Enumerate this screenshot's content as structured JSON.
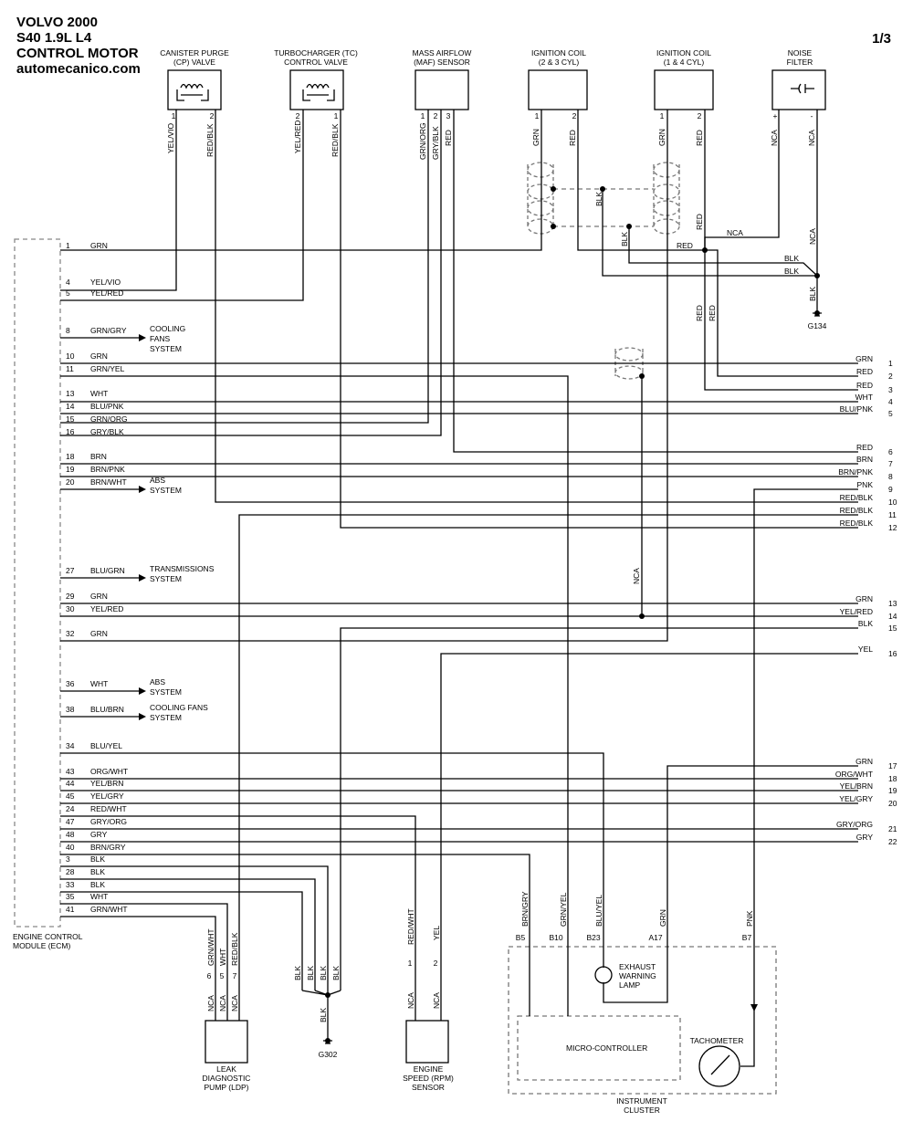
{
  "header": {
    "line1": "VOLVO 2000",
    "line2": "S40 1.9L L4",
    "line3": "CONTROL MOTOR",
    "line4": "automecanico.com",
    "page": "1/3"
  },
  "components": {
    "cp": [
      "CANISTER PURGE",
      "(CP) VALVE"
    ],
    "tc": [
      "TURBOCHARGER (TC)",
      "CONTROL VALVE"
    ],
    "maf": [
      "MASS AIRFLOW",
      "(MAF) SENSOR"
    ],
    "coil23": [
      "IGNITION COIL",
      "(2 & 3 CYL)"
    ],
    "coil14": [
      "IGNITION COIL",
      "(1 & 4 CYL)"
    ],
    "noise": [
      "NOISE",
      "FILTER"
    ],
    "ecm": [
      "ENGINE CONTROL",
      "MODULE (ECM)"
    ],
    "ldp": [
      "LEAK",
      "DIAGNOSTIC",
      "PUMP (LDP)"
    ],
    "rpm": [
      "ENGINE",
      "SPEED (RPM)",
      "SENSOR"
    ],
    "cluster": [
      "INSTRUMENT",
      "CLUSTER"
    ],
    "micro": "MICRO-CONTROLLER",
    "tach": "TACHOMETER",
    "lamp": [
      "EXHAUST",
      "WARNING",
      "LAMP"
    ]
  },
  "grounds": {
    "g134": "G134",
    "g302": "G302"
  },
  "ecm_pins": [
    {
      "pin": "1",
      "color": "GRN"
    },
    {
      "pin": "4",
      "color": "YEL/VIO"
    },
    {
      "pin": "5",
      "color": "YEL/RED"
    },
    {
      "pin": "8",
      "color": "GRN/GRY"
    },
    {
      "pin": "10",
      "color": "GRN"
    },
    {
      "pin": "11",
      "color": "GRN/YEL"
    },
    {
      "pin": "13",
      "color": "WHT"
    },
    {
      "pin": "14",
      "color": "BLU/PNK"
    },
    {
      "pin": "15",
      "color": "GRN/ORG"
    },
    {
      "pin": "16",
      "color": "GRY/BLK"
    },
    {
      "pin": "18",
      "color": "BRN"
    },
    {
      "pin": "19",
      "color": "BRN/PNK"
    },
    {
      "pin": "20",
      "color": "BRN/WHT"
    },
    {
      "pin": "27",
      "color": "BLU/GRN"
    },
    {
      "pin": "29",
      "color": "GRN"
    },
    {
      "pin": "30",
      "color": "YEL/RED"
    },
    {
      "pin": "32",
      "color": "GRN"
    },
    {
      "pin": "36",
      "color": "WHT"
    },
    {
      "pin": "38",
      "color": "BLU/BRN"
    },
    {
      "pin": "34",
      "color": "BLU/YEL"
    },
    {
      "pin": "43",
      "color": "ORG/WHT"
    },
    {
      "pin": "44",
      "color": "YEL/BRN"
    },
    {
      "pin": "45",
      "color": "YEL/GRY"
    },
    {
      "pin": "24",
      "color": "RED/WHT"
    },
    {
      "pin": "47",
      "color": "GRY/ORG"
    },
    {
      "pin": "48",
      "color": "GRY"
    },
    {
      "pin": "40",
      "color": "BRN/GRY"
    },
    {
      "pin": "3",
      "color": "BLK"
    },
    {
      "pin": "28",
      "color": "BLK"
    },
    {
      "pin": "33",
      "color": "BLK"
    },
    {
      "pin": "35",
      "color": "WHT"
    },
    {
      "pin": "41",
      "color": "GRN/WHT"
    }
  ],
  "systems": [
    {
      "a": "COOLING",
      "b": "FANS",
      "c": "SYSTEM"
    },
    {
      "a": "ABS",
      "b": "SYSTEM",
      "c": ""
    },
    {
      "a": "TRANSMISSIONS",
      "b": "SYSTEM",
      "c": ""
    },
    {
      "a": "ABS",
      "b": "SYSTEM",
      "c": ""
    },
    {
      "a": "COOLING FANS",
      "b": "SYSTEM",
      "c": ""
    }
  ],
  "right_wires": [
    {
      "n": "1",
      "color": "GRN"
    },
    {
      "n": "2",
      "color": "RED"
    },
    {
      "n": "3",
      "color": "RED"
    },
    {
      "n": "4",
      "color": "WHT"
    },
    {
      "n": "5",
      "color": "BLU/PNK"
    },
    {
      "n": "6",
      "color": "RED"
    },
    {
      "n": "7",
      "color": "BRN"
    },
    {
      "n": "8",
      "color": "BRN/PNK"
    },
    {
      "n": "9",
      "color": "PNK"
    },
    {
      "n": "10",
      "color": "RED/BLK"
    },
    {
      "n": "11",
      "color": "RED/BLK"
    },
    {
      "n": "12",
      "color": "RED/BLK"
    },
    {
      "n": "13",
      "color": "GRN"
    },
    {
      "n": "14",
      "color": "YEL/RED"
    },
    {
      "n": "15",
      "color": "BLK"
    },
    {
      "n": "16",
      "color": "YEL"
    },
    {
      "n": "17",
      "color": "GRN"
    },
    {
      "n": "18",
      "color": "ORG/WHT"
    },
    {
      "n": "19",
      "color": "YEL/BRN"
    },
    {
      "n": "20",
      "color": "YEL/GRY"
    },
    {
      "n": "21",
      "color": "GRY/ORG"
    },
    {
      "n": "22",
      "color": "GRY"
    }
  ],
  "vertical_labels": {
    "cp1": "YEL/VIO",
    "cp2": "RED/BLK",
    "tc2": "YEL/RED",
    "tc1": "RED/BLK",
    "maf1": "GRN/ORG",
    "maf2": "GRY/BLK",
    "maf3": "RED",
    "c23_1": "GRN",
    "c23_2": "RED",
    "c14_1": "GRN",
    "c14_2": "RED",
    "nf_p": "NCA",
    "nf_m": "NCA",
    "blk_a": "BLK",
    "blk_b": "BLK",
    "red_a": "RED",
    "nca_nf": "NCA",
    "blk_g": "BLK",
    "red_v1": "RED",
    "red_v2": "RED",
    "nca_mid": "NCA",
    "ldp_a": "GRN/WHT",
    "ldp_b": "WHT",
    "ldp_c": "RED/BLK",
    "ldp_na": "NCA",
    "ldp_nb": "NCA",
    "ldp_nc": "NCA",
    "g_a": "BLK",
    "g_b": "BLK",
    "g_c": "BLK",
    "g_d": "BLK",
    "g_e": "BLK",
    "rpm_a": "RED/WHT",
    "rpm_b": "YEL",
    "rpm_na": "NCA",
    "rpm_nb": "NCA",
    "ic_a": "BRN/GRY",
    "ic_b": "GRN/YEL",
    "ic_c": "BLU/YEL",
    "ic_d": "GRN",
    "ic_e": "PNK"
  },
  "horiz_labels": {
    "red_h": "RED",
    "nca_h": "NCA",
    "blk_h1": "BLK",
    "blk_h2": "BLK"
  },
  "pin_numbers": {
    "cp": [
      "1",
      "2"
    ],
    "tc": [
      "2",
      "1"
    ],
    "maf": [
      "1",
      "2",
      "3"
    ],
    "c23": [
      "1",
      "2"
    ],
    "c14": [
      "1",
      "2"
    ],
    "nf": [
      "+",
      "-"
    ],
    "ldp": [
      "6",
      "5",
      "7"
    ],
    "rpm": [
      "1",
      "2"
    ],
    "cl": [
      "B5",
      "B10",
      "B23",
      "A17",
      "B7"
    ]
  }
}
